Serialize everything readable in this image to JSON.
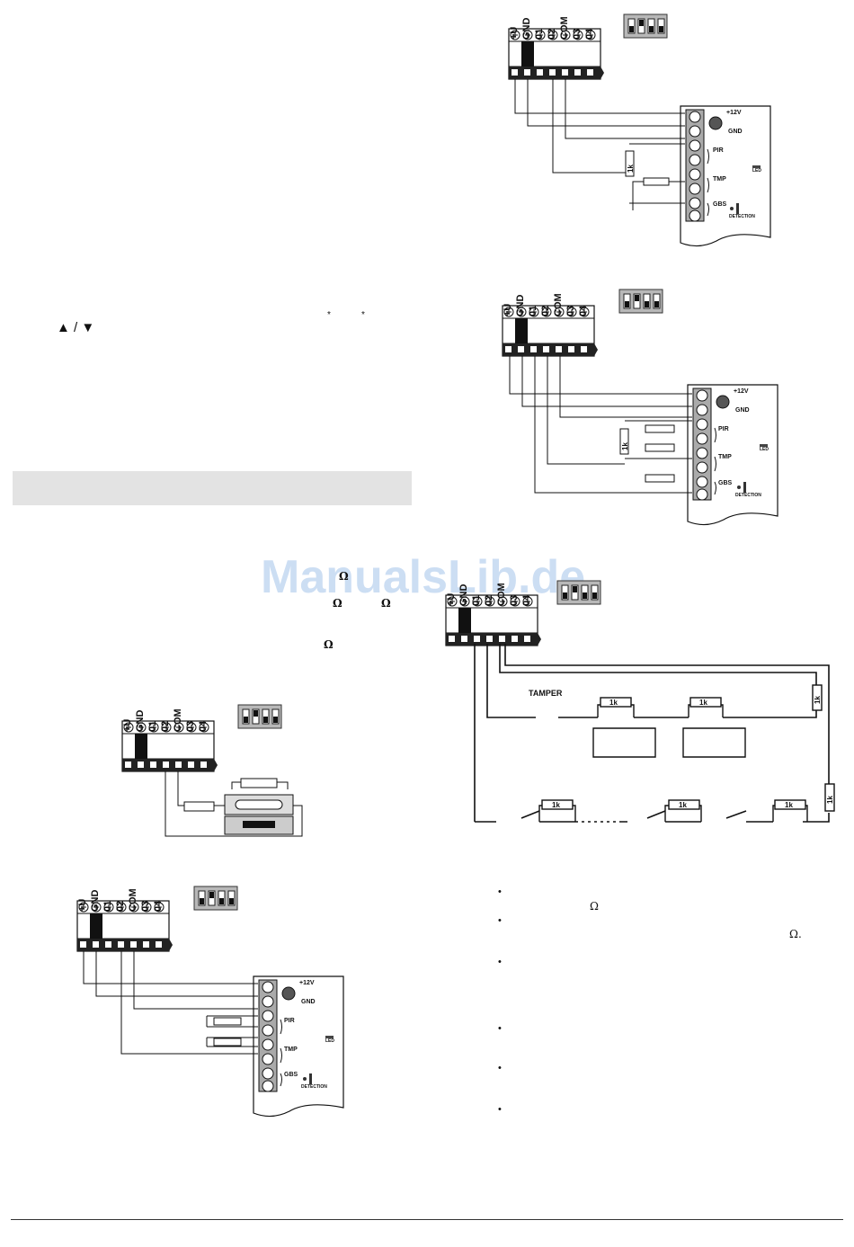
{
  "watermark": "ManualsLib.de",
  "symbols": {
    "ohm": "Ω",
    "star": "*",
    "bullet": "•",
    "arrows": "▲ / ▼",
    "ohm_dot": "Ω."
  },
  "terminal_labels": [
    "+U",
    "GND",
    "01",
    "02",
    "COM",
    "03",
    "04"
  ],
  "detector": {
    "v12": "+12V",
    "gnd": "GND",
    "pir": "PIR",
    "tmp": "TMP",
    "gbs": "GBS",
    "led": "LED",
    "detection": "DETECTION"
  },
  "resistor_1k": "1k",
  "tamper": "TAMPER"
}
